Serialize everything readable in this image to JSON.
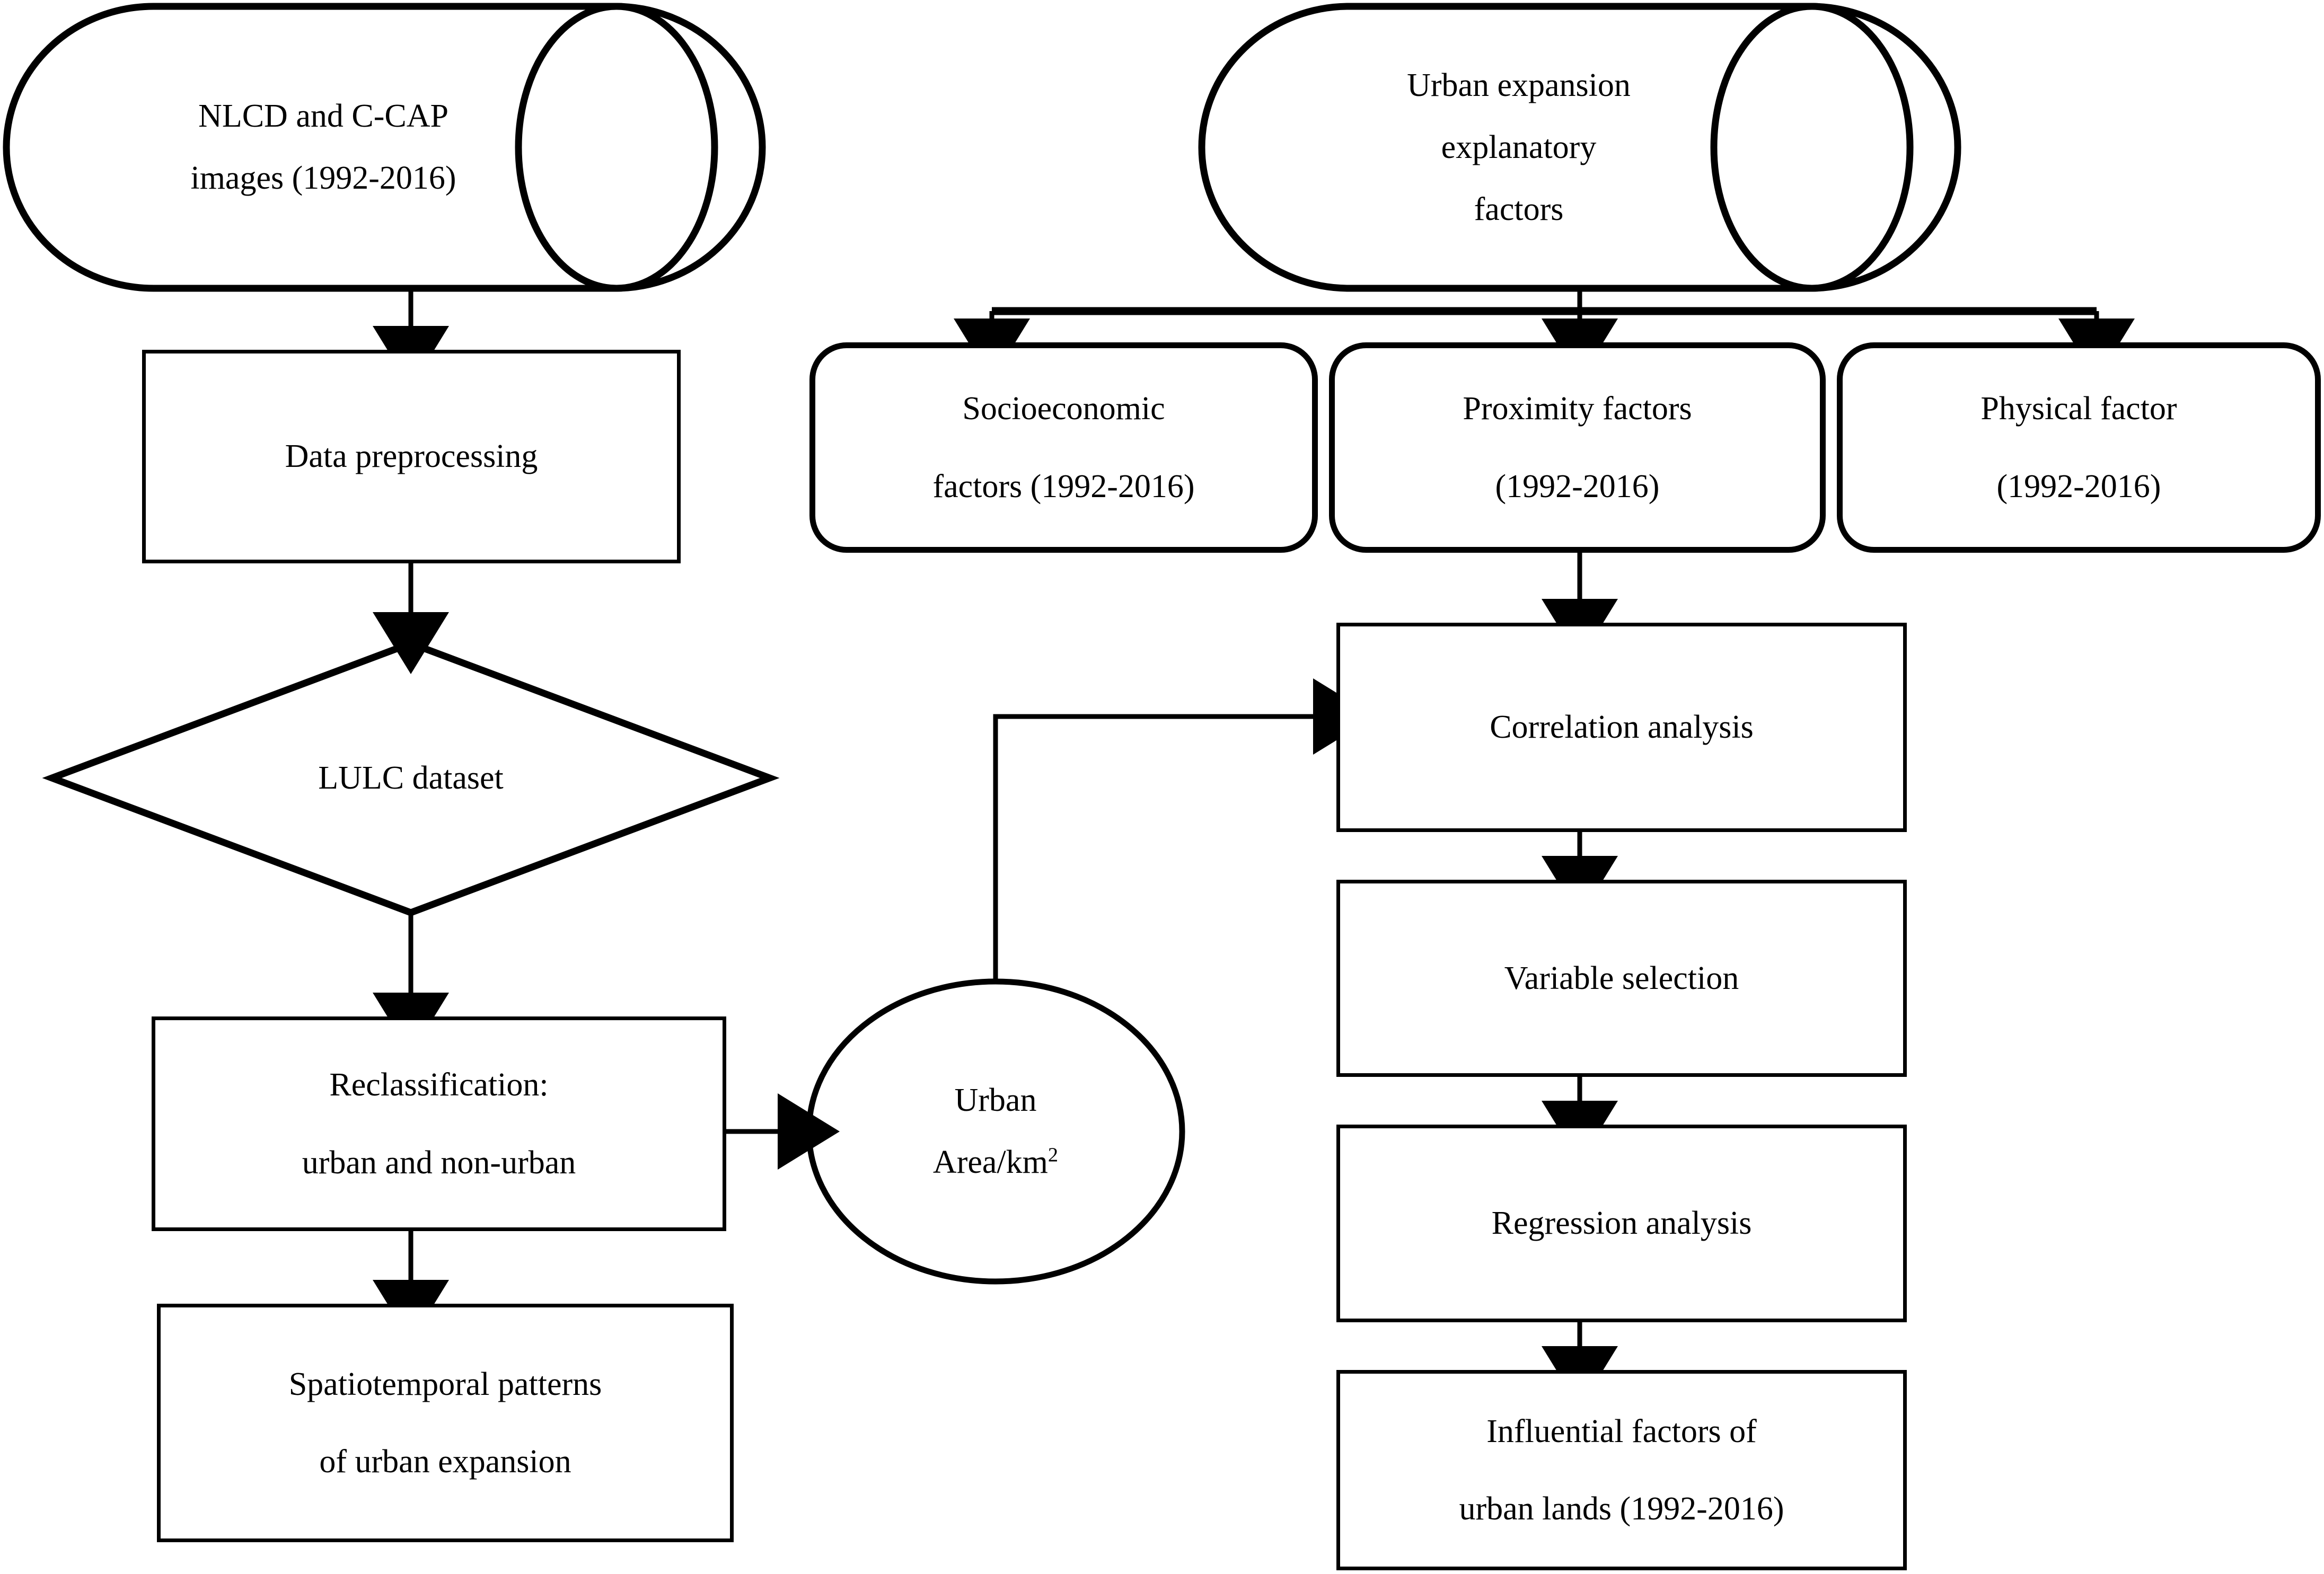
{
  "diagram": {
    "title": "Urban expansion research methodology flowchart",
    "stroke_color": "#000000",
    "fill_color": "#ffffff"
  },
  "nodes": {
    "nlcd_source": {
      "shape": "cylinder",
      "line1": "NLCD and C-CAP",
      "line2": "images (1992-2016)"
    },
    "explanatory_source": {
      "shape": "cylinder",
      "line1": "Urban expansion",
      "line2": "explanatory",
      "line3": "factors"
    },
    "data_preprocessing": {
      "shape": "rectangle",
      "line1": "Data preprocessing"
    },
    "socioeconomic": {
      "shape": "rounded-rectangle",
      "line1": "Socioeconomic",
      "line2": "factors (1992-2016)"
    },
    "proximity": {
      "shape": "rounded-rectangle",
      "line1": "Proximity factors",
      "line2": "(1992-2016)"
    },
    "physical": {
      "shape": "rounded-rectangle",
      "line1": "Physical factor",
      "line2": "(1992-2016)"
    },
    "lulc_dataset": {
      "shape": "diamond",
      "line1": "LULC dataset"
    },
    "reclassification": {
      "shape": "rectangle",
      "line1": "Reclassification:",
      "line2": "urban and non-urban"
    },
    "urban_area": {
      "shape": "ellipse",
      "line1": "Urban",
      "line2_pre": "Area/km",
      "line2_sup": "2"
    },
    "spatiotemporal": {
      "shape": "rectangle",
      "line1": "Spatiotemporal patterns",
      "line2": "of urban expansion"
    },
    "correlation": {
      "shape": "rectangle",
      "line1": "Correlation analysis"
    },
    "variable_selection": {
      "shape": "rectangle",
      "line1": "Variable selection"
    },
    "regression": {
      "shape": "rectangle",
      "line1": "Regression analysis"
    },
    "influential": {
      "shape": "rectangle",
      "line1": "Influential factors of",
      "line2": "urban lands (1992-2016)"
    }
  }
}
